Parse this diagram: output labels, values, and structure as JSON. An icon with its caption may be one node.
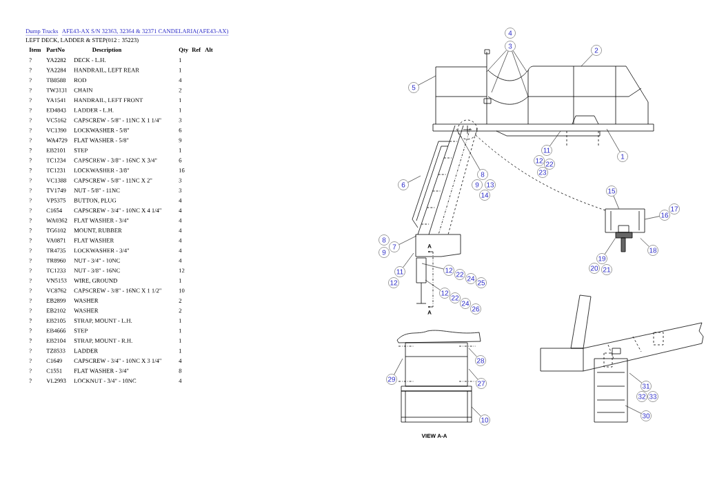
{
  "diagram": {
    "title": "LEFT DECK, LADDER & STEP(012 : 35223)",
    "nodes": [
      {
        "text": [
          "4"
        ]
      },
      {
        "text": [
          "3"
        ]
      },
      {
        "text": [
          "2"
        ]
      },
      {
        "text": [
          "5"
        ]
      },
      {
        "text": [
          "1"
        ]
      },
      {
        "text": [
          "11"
        ]
      },
      {
        "text": [
          "12"
        ]
      },
      {
        "text": [
          "22"
        ]
      },
      {
        "text": [
          "23"
        ]
      },
      {
        "text": [
          "8"
        ]
      },
      {
        "text": [
          "9"
        ]
      },
      {
        "text": [
          "13"
        ]
      },
      {
        "text": [
          "6"
        ]
      },
      {
        "text": [
          "15"
        ]
      },
      {
        "text": [
          "14"
        ]
      },
      {
        "text": [
          "17"
        ]
      },
      {
        "text": [
          "16"
        ]
      },
      {
        "text": [
          "8"
        ]
      },
      {
        "text": [
          "7"
        ]
      },
      {
        "text": [
          "18"
        ]
      },
      {
        "text": [
          "9"
        ]
      },
      {
        "text": [
          "19"
        ]
      },
      {
        "text": [
          "20"
        ]
      },
      {
        "text": [
          "21"
        ]
      },
      {
        "text": [
          "12"
        ]
      },
      {
        "text": [
          "11"
        ]
      },
      {
        "text": [
          "22"
        ]
      },
      {
        "text": [
          "24"
        ]
      },
      {
        "text": [
          "12"
        ]
      },
      {
        "text": [
          "25"
        ]
      },
      {
        "text": [
          "12"
        ]
      },
      {
        "text": [
          "22"
        ]
      },
      {
        "text": [
          "24"
        ]
      },
      {
        "text": [
          "26"
        ]
      },
      {
        "text": [
          "28"
        ]
      },
      {
        "text": [
          "29"
        ]
      },
      {
        "text": [
          "27"
        ]
      },
      {
        "text": [
          "31"
        ]
      },
      {
        "text": [
          "32"
        ]
      },
      {
        "text": [
          "33"
        ]
      },
      {
        "text": [
          "30"
        ]
      },
      {
        "text": [
          "10"
        ]
      },
      {
        "text": [],
        "shape": "picture"
      }
    ],
    "edges": [
      {
        "from": 1,
        "to": null,
        "arrow": "none"
      },
      {
        "from": 1,
        "to": null,
        "arrow": "none"
      },
      {
        "from": 1,
        "to": null,
        "arrow": "none"
      },
      {
        "from": 1,
        "to": null,
        "arrow": "none"
      },
      {
        "from": 2,
        "to": null,
        "arrow": "none"
      },
      {
        "from": 3,
        "to": null,
        "arrow": "none"
      },
      {
        "from": 4,
        "to": null,
        "arrow": "none"
      },
      {
        "from": 5,
        "to": null,
        "arrow": "none"
      },
      {
        "from": 9,
        "to": null,
        "arrow": "none"
      },
      {
        "from": 12,
        "to": null,
        "arrow": "none"
      },
      {
        "from": 13,
        "to": 42,
        "arrow": "none"
      },
      {
        "from": 16,
        "to": 42,
        "arrow": "none"
      },
      {
        "from": 19,
        "to": 42,
        "arrow": "none"
      },
      {
        "from": 21,
        "to": 42,
        "arrow": "none"
      },
      {
        "from": 18,
        "to": null,
        "arrow": "none"
      },
      {
        "from": 25,
        "to": null,
        "arrow": "none"
      },
      {
        "from": 24,
        "to": null,
        "arrow": "none"
      },
      {
        "from": 30,
        "to": null,
        "arrow": "none"
      },
      {
        "from": 34,
        "to": null,
        "arrow": "none"
      },
      {
        "from": 35,
        "to": null,
        "arrow": "none"
      },
      {
        "from": 36,
        "to": null,
        "arrow": "none"
      },
      {
        "from": 41,
        "to": null,
        "arrow": "none"
      },
      {
        "from": 37,
        "to": null,
        "arrow": "none"
      },
      {
        "from": 40,
        "to": null,
        "arrow": "none"
      }
    ],
    "labels": [
      "Dump Trucks",
      "AFE43-AX S/N 32363, 32364 & 32371 CANDELARIA(AFE43-AX)",
      "Item",
      "PartNo",
      "Description",
      "Qty",
      "Ref",
      "Alt",
      "?",
      "YA2282",
      "DECK - L.H.",
      "1",
      "?",
      "YA2284",
      "HANDRAIL, LEFT REAR",
      "1",
      "?",
      "TB8588",
      "ROD",
      "4",
      "?",
      "TW3131",
      "CHAIN",
      "2",
      "?",
      "YA1541",
      "HANDRAIL, LEFT FRONT",
      "1",
      "?",
      "ED4843",
      "LADDER - L.H.",
      "1",
      "?",
      "VC5162",
      "CAPSCREW - 5/8\" - 11NC X 1 1/4\"",
      "3",
      "?",
      "VC1390",
      "LOCKWASHER - 5/8\"",
      "6",
      "?",
      "WA4729",
      "FLAT WASHER - 5/8\"",
      "9",
      "?",
      "EB2101",
      "STEP",
      "1",
      "?",
      "TC1234",
      "CAPSCREW - 3/8\" - 16NC X 3/4\"",
      "6",
      "?",
      "TC1231",
      "LOCKWASHER - 3/8\"",
      "16",
      "?",
      "VC1388",
      "CAPSCREW - 5/8\" - 11NC X 2\"",
      "3",
      "?",
      "TV1749",
      "NUT - 5/8\" - 11NC",
      "3",
      "?",
      "VP5375",
      "BUTTON, PLUG",
      "4",
      "?",
      "C1654",
      "CAPSCREW - 3/4\" - 10NC X 4 1/4\"",
      "4",
      "?",
      "WA0362",
      "FLAT WASHER - 3/4\"",
      "4",
      "?",
      "TG6102",
      "MOUNT, RUBBER",
      "4",
      "?",
      "VA0871",
      "FLAT WASHER",
      "4",
      "?",
      "TR4735",
      "LOCKWASHER - 3/4\"",
      "4",
      "?",
      "TR8960",
      "NUT - 3/4\" - 10NC",
      "4",
      "?",
      "TC1233",
      "NUT - 3/8\" - 16NC",
      "12",
      "?",
      "VN5153",
      "WIRE, GROUND",
      "1",
      "?",
      "VC8762",
      "CAPSCREW - 3/8\" - 16NC X 1 1/2\"",
      "10",
      "?",
      "EB2899",
      "WASHER",
      "2",
      "?",
      "EB2102",
      "WASHER",
      "2",
      "?",
      "EB2105",
      "STRAP, MOUNT - L.H.",
      "1",
      "?",
      "EB4666",
      "STEP",
      "1",
      "?",
      "EB2104",
      "STRAP, MOUNT - R.H.",
      "1",
      "?",
      "TZ8533",
      "LADDER",
      "1",
      "?",
      "C1649",
      "CAPSCREW - 3/4\" - 10NC X 3 1/4\"",
      "4",
      "?",
      "C1551",
      "FLAT WASHER - 3/4\"",
      "8",
      "?",
      "VL2993",
      "LOCKNUT - 3/4\" - 10NC",
      "4",
      "A",
      "A",
      "VIEW A-A"
    ]
  }
}
